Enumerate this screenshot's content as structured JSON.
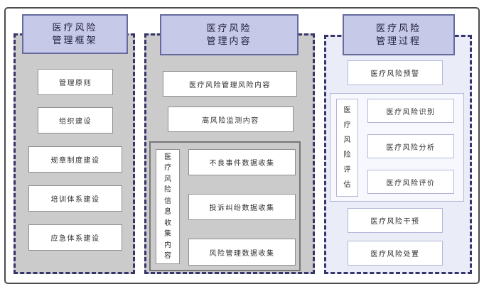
{
  "columns": [
    {
      "header_lines": [
        "医疗风险",
        "管理框架"
      ],
      "items": [
        "管理原则",
        "组织建设",
        "规章制度建设",
        "培训体系建设",
        "应急体系建设"
      ]
    },
    {
      "header_lines": [
        "医疗风险",
        "管理内容"
      ],
      "items": [
        "医疗风险管理风险内容",
        "高风险监测内容"
      ],
      "group": {
        "side_label": "医疗风险信息收集内容",
        "items": [
          "不良事件数据收集",
          "投诉纠纷数据收集",
          "风险管理数据收集"
        ]
      }
    },
    {
      "header_lines": [
        "医疗风险",
        "管理过程"
      ],
      "items": [
        "医疗风险预警"
      ],
      "group": {
        "side_label": "医疗风险评估",
        "items": [
          "医疗风险识别",
          "医疗风险分析",
          "医疗风险评价"
        ]
      },
      "items_bottom": [
        "医疗风险干预",
        "医疗风险处置"
      ]
    }
  ],
  "colors": {
    "header_fill": "#c7c9e9",
    "header_border": "#666a9f",
    "dashed_border": "#35356b",
    "column_gray_fill": "#cbcbcb",
    "column_light_fill": "#eaecf7",
    "box_border_gray": "#8e8e8e",
    "box_border_purple": "#b3b6d9",
    "outer_frame_border": "#4c4c4c"
  }
}
